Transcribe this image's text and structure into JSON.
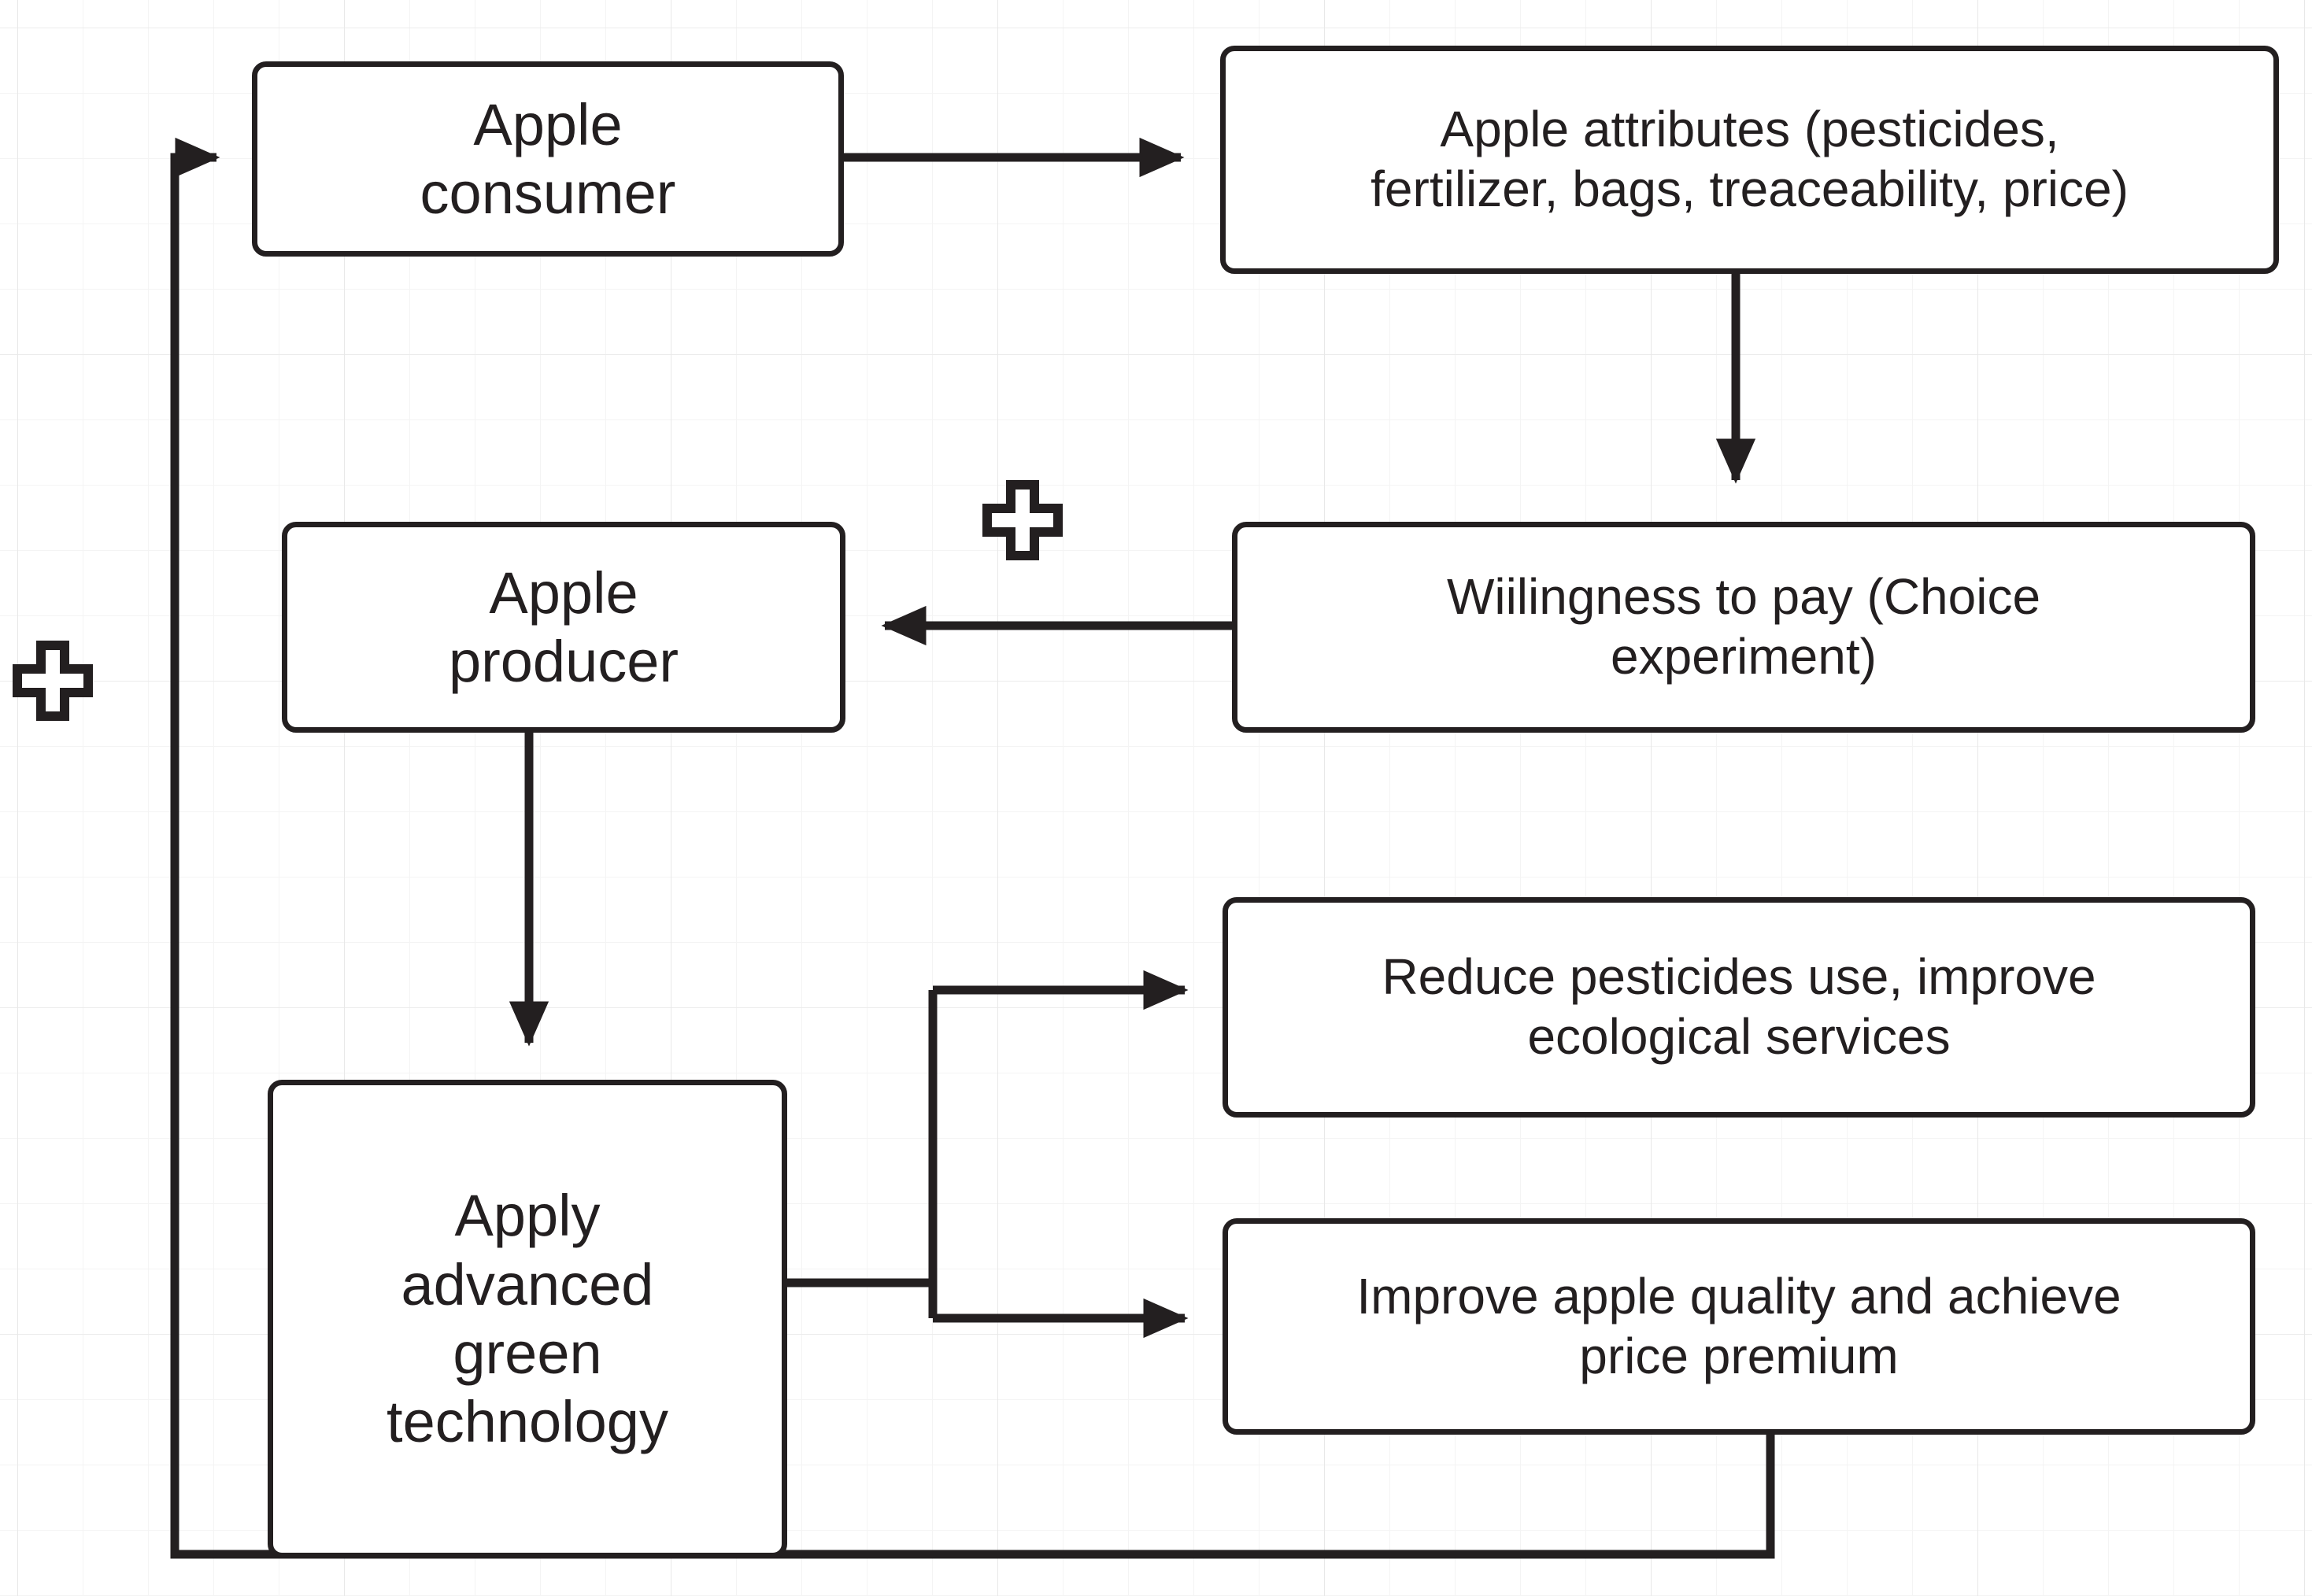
{
  "diagram": {
    "title": "Apple consumer-producer green technology flow diagram",
    "background": "#ffffff",
    "grid_color": "#f0f0f0",
    "stroke_color": "#231f20",
    "node_fill": "#ffffff"
  },
  "nodes": {
    "apple_consumer": {
      "label": "Apple\nconsumer"
    },
    "apple_attributes": {
      "label": "Apple attributes (pesticides,\nfertilizer, bags, treaceability, price)"
    },
    "apple_producer": {
      "label": "Apple\nproducer"
    },
    "willingness_to_pay": {
      "label": "Wiilingness to pay (Choice\nexperiment)"
    },
    "reduce_pesticides": {
      "label": "Reduce pesticides use, improve\necological services"
    },
    "improve_quality": {
      "label": "Improve apple quality and achieve\nprice premium"
    },
    "apply_green_technology": {
      "label": "Apply\nadvanced\ngreen\ntechnology"
    }
  },
  "annotations": {
    "plus_left": {
      "symbol": "+"
    },
    "plus_center": {
      "symbol": "+"
    }
  },
  "edges": [
    {
      "id": "consumer-to-attributes",
      "from": "apple_consumer",
      "to": "apple_attributes",
      "arrow": "right"
    },
    {
      "id": "attributes-to-willingness",
      "from": "apple_attributes",
      "to": "willingness_to_pay",
      "arrow": "down"
    },
    {
      "id": "willingness-to-producer",
      "from": "willingness_to_pay",
      "to": "apple_producer",
      "arrow": "left"
    },
    {
      "id": "producer-to-greentech",
      "from": "apple_producer",
      "to": "apply_green_technology",
      "arrow": "down"
    },
    {
      "id": "greentech-to-reduce-pesticides",
      "from": "apply_green_technology",
      "to": "reduce_pesticides",
      "arrow": "right"
    },
    {
      "id": "greentech-to-improve-quality",
      "from": "apply_green_technology",
      "to": "improve_quality",
      "arrow": "right"
    },
    {
      "id": "improve-quality-to-consumer",
      "from": "improve_quality",
      "to": "apple_consumer",
      "arrow": "right",
      "routing": "feedback-loop-bottom-left"
    }
  ]
}
